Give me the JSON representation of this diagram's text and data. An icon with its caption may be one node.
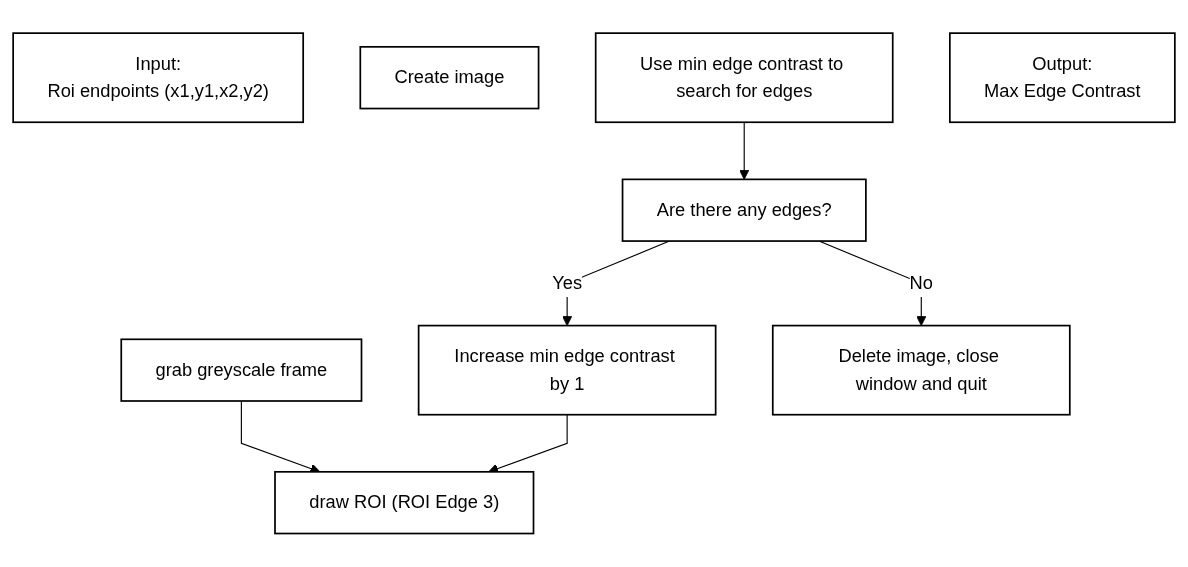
{
  "diagram": {
    "nodes": [
      {
        "text": [
          "Input:",
          "Roi endpoints (x1,y1,x2,y2)"
        ]
      },
      {
        "text": [
          "Create image"
        ]
      },
      {
        "text": [
          "grab greyscale frame"
        ]
      },
      {
        "text": [
          "draw ROI (ROI Edge 3)"
        ]
      },
      {
        "text": [
          "Use min edge contrast to search for edges"
        ]
      },
      {
        "text": [
          "Are there any edges?"
        ]
      },
      {
        "text": [
          "Increase min edge contrast by 1"
        ]
      },
      {
        "text": [
          "Output:",
          "Max Edge Contrast"
        ]
      },
      {
        "text": [
          "Delete image, close window and quit"
        ]
      }
    ],
    "edges": [
      {
        "from": 2,
        "to": 3,
        "arrow": "to"
      },
      {
        "from": 4,
        "to": 5,
        "arrow": "to"
      },
      {
        "from": 5,
        "to": 6,
        "arrow": "to",
        "label": "Yes"
      },
      {
        "from": 5,
        "to": 8,
        "arrow": "to",
        "label": "No"
      },
      {
        "from": 6,
        "to": 3,
        "arrow": "to"
      }
    ]
  }
}
